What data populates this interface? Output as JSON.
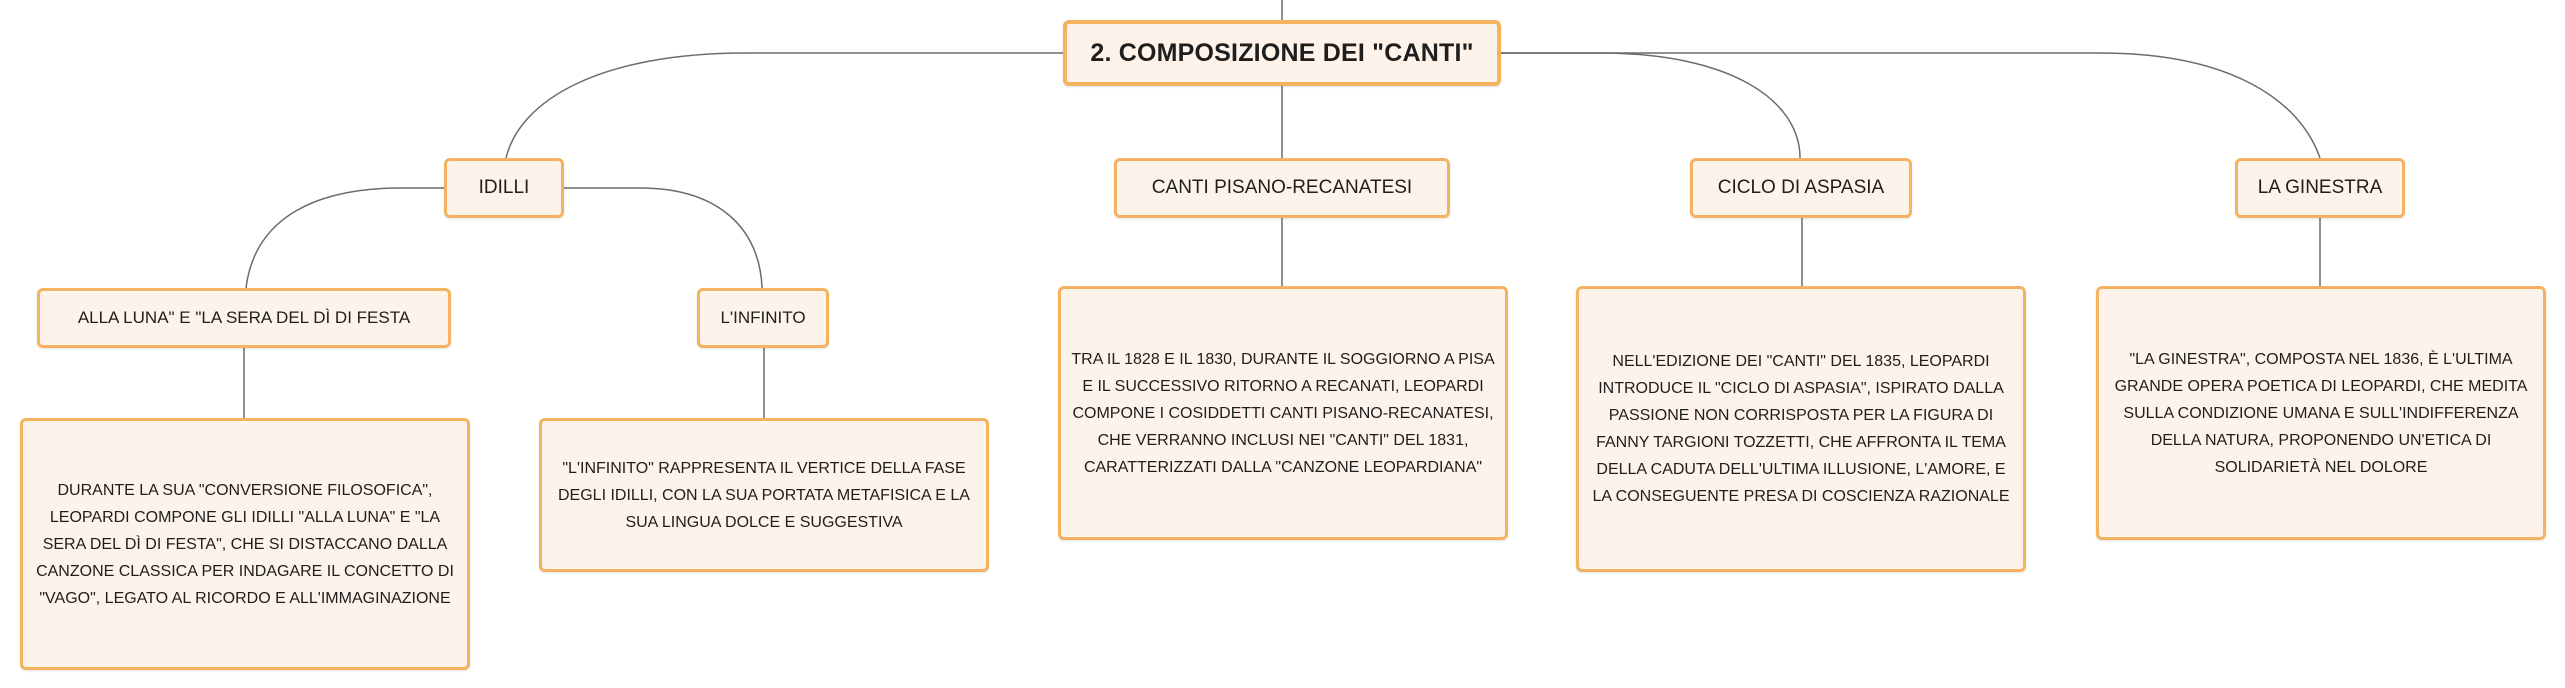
{
  "root": {
    "label": "2. COMPOSIZIONE DEI \"CANTI\""
  },
  "branches": {
    "idilli": {
      "label": "IDILLI",
      "children": {
        "alla_luna": {
          "label": "ALLA LUNA\" E \"LA SERA DEL DÌ DI FESTA",
          "detail": "DURANTE LA SUA \"CONVERSIONE FILOSOFICA\", LEOPARDI COMPONE GLI IDILLI \"ALLA LUNA\" E \"LA SERA DEL DÌ DI FESTA\", CHE SI DISTACCANO DALLA CANZONE CLASSICA PER INDAGARE IL CONCETTO DI \"VAGO\", LEGATO AL RICORDO E ALL'IMMAGINAZIONE"
        },
        "infinito": {
          "label": "L'INFINITO",
          "detail": "\"L'INFINITO\" RAPPRESENTA IL VERTICE DELLA FASE DEGLI IDILLI, CON LA SUA PORTATA METAFISICA E LA SUA LINGUA DOLCE E SUGGESTIVA"
        }
      }
    },
    "pisano": {
      "label": "CANTI PISANO-RECANATESI",
      "detail": "TRA IL 1828 E IL 1830, DURANTE IL SOGGIORNO A PISA E IL SUCCESSIVO RITORNO A RECANATI, LEOPARDI COMPONE I COSIDDETTI CANTI PISANO-RECANATESI, CHE VERRANNO INCLUSI NEI \"CANTI\" DEL 1831, CARATTERIZZATI DALLA \"CANZONE LEOPARDIANA\""
    },
    "aspasia": {
      "label": "CICLO DI ASPASIA",
      "detail": "NELL'EDIZIONE DEI \"CANTI\" DEL 1835, LEOPARDI INTRODUCE IL \"CICLO DI ASPASIA\", ISPIRATO DALLA PASSIONE NON CORRISPOSTA PER LA FIGURA DI FANNY TARGIONI TOZZETTI, CHE AFFRONTA IL TEMA DELLA CADUTA DELL'ULTIMA ILLUSIONE, L'AMORE, E LA CONSEGUENTE PRESA DI COSCIENZA RAZIONALE"
    },
    "ginestra": {
      "label": "LA GINESTRA",
      "detail": "\"LA GINESTRA\", COMPOSTA NEL 1836, È L'ULTIMA GRANDE OPERA POETICA DI LEOPARDI, CHE MEDITA SULLA CONDIZIONE UMANA E SULL'INDIFFERENZA DELLA NATURA, PROPONENDO UN'ETICA DI SOLIDARIETÀ NEL DOLORE"
    }
  },
  "colors": {
    "node_fill": "#fdf3ea",
    "node_border": "#f3b35f",
    "connector": "#6b6b6b"
  }
}
